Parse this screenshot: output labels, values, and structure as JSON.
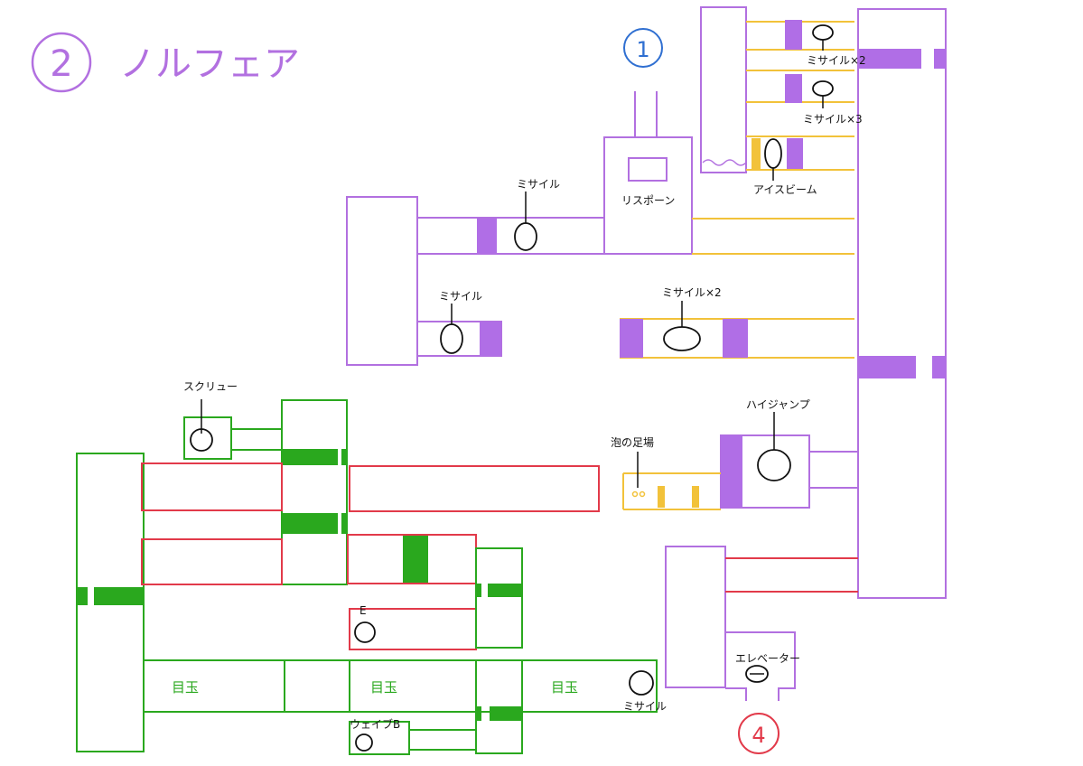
{
  "title": "ノルフェア",
  "colors": {
    "purple": "#b270e0",
    "purple_fill": "#b06ee6",
    "yellow": "#f2c23a",
    "green": "#2aa81e",
    "red": "#e23a4a",
    "blue": "#2f6fd1",
    "ink": "#111111"
  },
  "markers": {
    "area_2": "2",
    "connection_1": "1",
    "connection_4": "4"
  },
  "labels": {
    "respawn": "リスポーン",
    "missile_top": "ミサイル",
    "missile_left": "ミサイル",
    "missile_x2_mid": "ミサイル×2",
    "missile_x2_top": "ミサイル×2",
    "missile_x3": "ミサイル×3",
    "ice_beam": "アイスビーム",
    "high_jump": "ハイジャンプ",
    "bubble_platform": "泡の足場",
    "screw": "スクリュー",
    "e_tank": "E",
    "elevator": "エレベーター",
    "missile_bottom": "ミサイル",
    "wave_b": "ウェイブB",
    "eyeball_1": "目玉",
    "eyeball_2": "目玉",
    "eyeball_3": "目玉"
  }
}
